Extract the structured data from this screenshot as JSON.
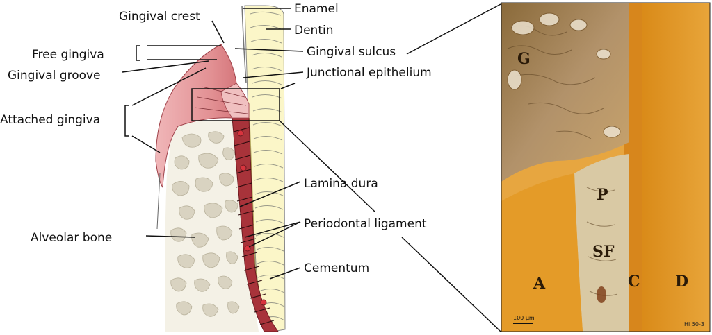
{
  "labels": {
    "gingival_crest": "Gingival crest",
    "free_gingiva": "Free gingiva",
    "gingival_groove": "Gingival groove",
    "attached_gingiva": "Attached gingiva",
    "alveolar_bone": "Alveolar bone",
    "enamel": "Enamel",
    "dentin": "Dentin",
    "gingival_sulcus": "Gingival sulcus",
    "junctional_epithelium": "Junctional epithelium",
    "lamina_dura": "Lamina dura",
    "periodontal_ligament": "Periodontal ligament",
    "cementum": "Cementum"
  },
  "micrograph": {
    "labels": {
      "g": "G",
      "p": "P",
      "sf": "SF",
      "a": "A",
      "c": "C",
      "d": "D"
    },
    "scale_bar": "100 µm",
    "code": "Hi 50-3"
  },
  "colors": {
    "gingiva_light": "#e8a6a8",
    "gingiva_dark": "#c95a62",
    "ligament": "#a8333a",
    "bone_spot": "#d9d3c1",
    "dentin": "#fbf6c8",
    "micro_orange": "#e39a2c",
    "micro_dark_orange": "#c9770e"
  }
}
